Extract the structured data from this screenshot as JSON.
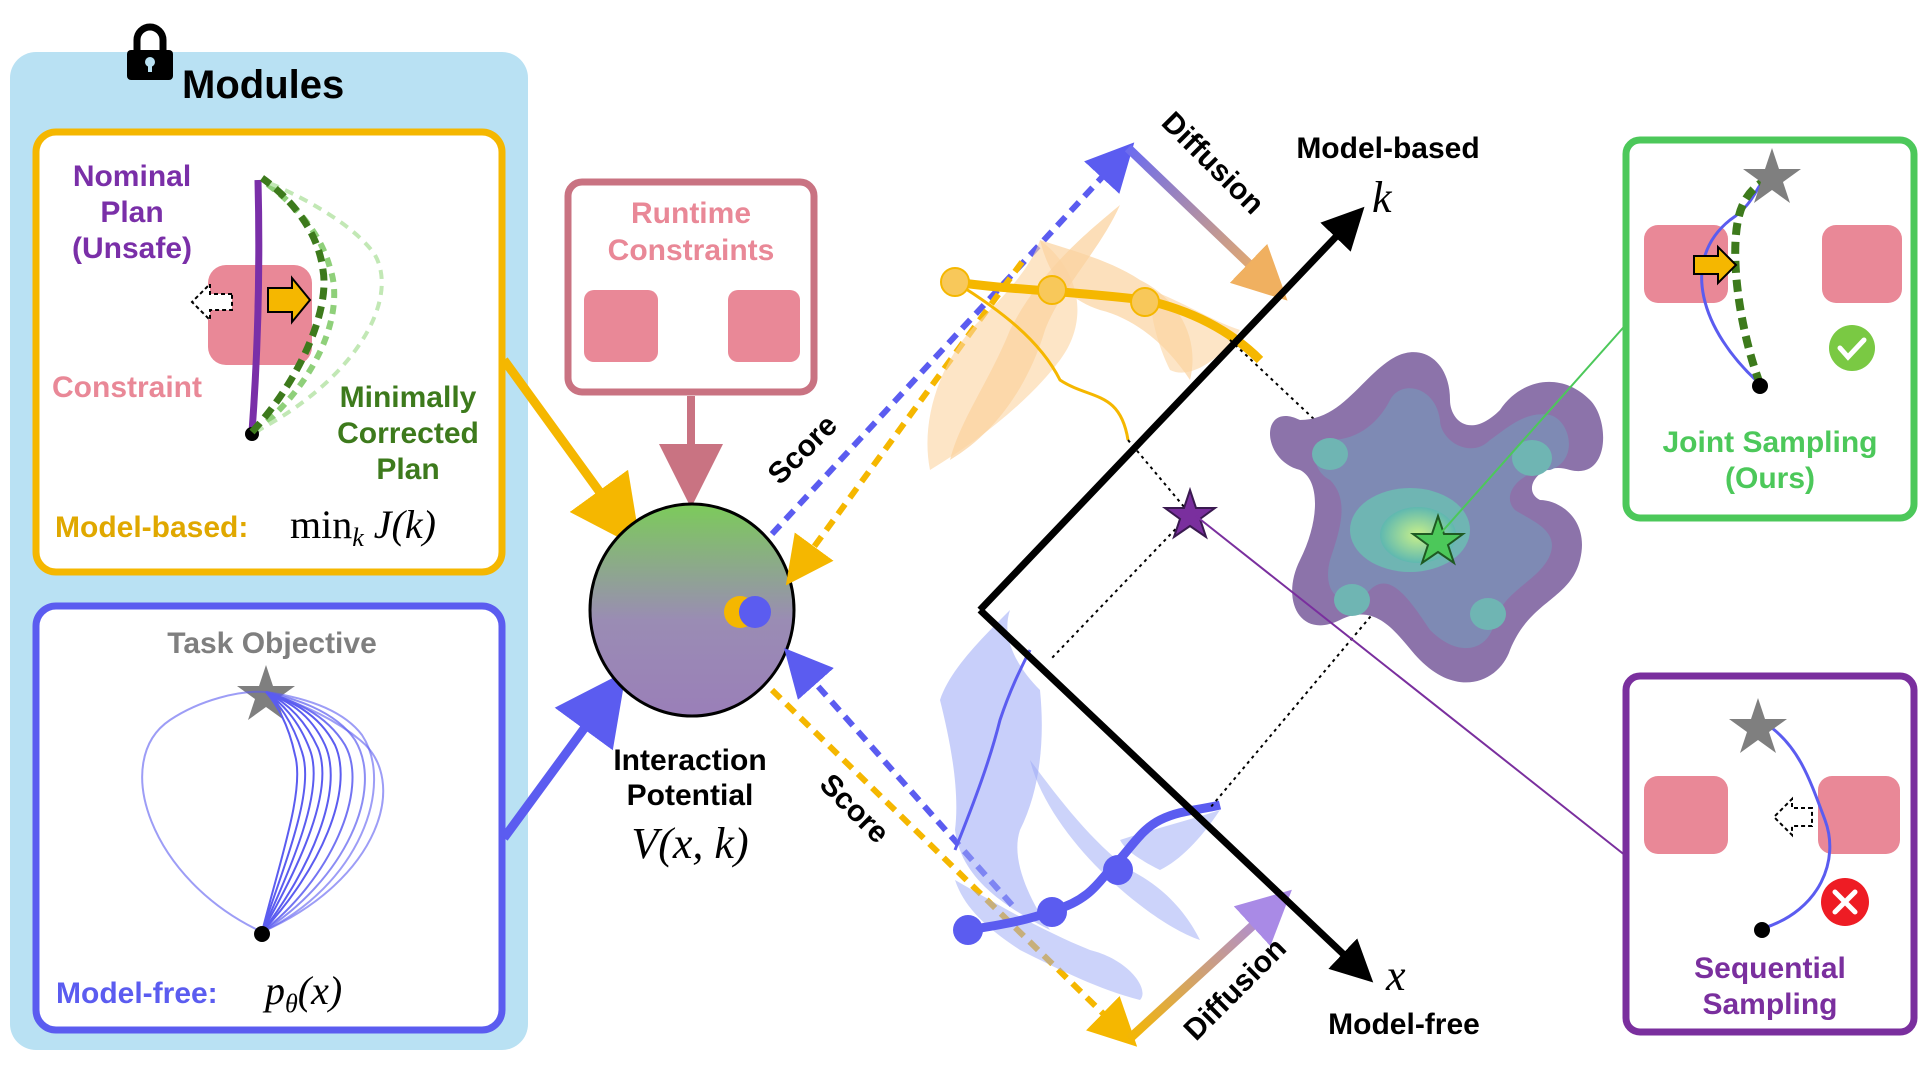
{
  "modules_panel": {
    "title": "Modules",
    "model_based_box": {
      "nominal_plan_lines": [
        "Nominal",
        "Plan",
        "(Unsafe)"
      ],
      "constraint_label": "Constraint",
      "corrected_plan_lines": [
        "Minimally",
        "Corrected",
        "Plan"
      ],
      "caption_label": "Model-based:",
      "caption_math": "min",
      "caption_math_sub": "k",
      "caption_math_tail": " J(k)"
    },
    "model_free_box": {
      "task_label": "Task Objective",
      "caption_label": "Model-free:",
      "caption_math": "p",
      "caption_math_sub": "θ",
      "caption_math_tail": "(x)"
    }
  },
  "runtime_constraints": {
    "lines": [
      "Runtime",
      "Constraints"
    ]
  },
  "interaction": {
    "lines": [
      "Interaction",
      "Potential"
    ],
    "math": "V(x, k)"
  },
  "labels": {
    "score_top": "Score",
    "score_bottom": "Score",
    "diffusion_top": "Diffusion",
    "diffusion_bottom": "Diffusion"
  },
  "axes": {
    "k_title": "Model-based",
    "k_symbol": "k",
    "x_title": "Model-free",
    "x_symbol": "x"
  },
  "joint_box": {
    "lines": [
      "Joint Sampling",
      "(Ours)"
    ],
    "status_icon": "check-icon"
  },
  "sequential_box": {
    "lines": [
      "Sequential",
      "Sampling"
    ],
    "status_icon": "cross-icon"
  },
  "colors": {
    "panel_bg": "#b9e1f3",
    "model_based": "#f5b700",
    "model_free": "#5b5cf0",
    "constraint": "#e98897",
    "runtime_border": "#c97382",
    "joint_green": "#4cc85a",
    "sequential_purple": "#7a2f9e",
    "nominal_purple": "#7a2fa8",
    "corrected_green": "#3d7a1c",
    "density_outer": "#8c73aa"
  }
}
